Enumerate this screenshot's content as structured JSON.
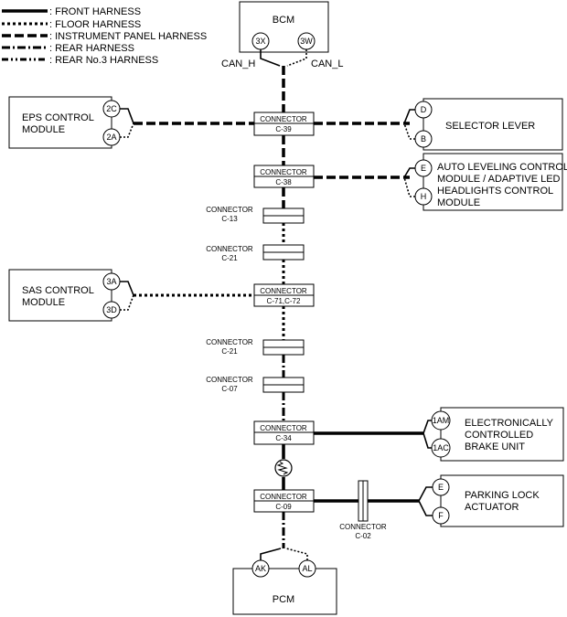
{
  "legend": [
    {
      "label": ": FRONT HARNESS",
      "style": "front"
    },
    {
      "label": ": FLOOR HARNESS",
      "style": "floor"
    },
    {
      "label": ": INSTRUMENT PANEL HARNESS",
      "style": "instrument"
    },
    {
      "label": ": REAR HARNESS",
      "style": "rear"
    },
    {
      "label": ": REAR No.3 HARNESS",
      "style": "rear3"
    }
  ],
  "bcm": {
    "name": "BCM",
    "pin_left": "3X",
    "pin_right": "3W",
    "can_h": "CAN_H",
    "can_l": "CAN_L"
  },
  "eps": {
    "name_line1": "EPS CONTROL",
    "name_line2": "MODULE",
    "pin_top": "2C",
    "pin_bottom": "2A"
  },
  "selector": {
    "name": "SELECTOR LEVER",
    "pin_top": "D",
    "pin_bottom": "B"
  },
  "auto_leveling": {
    "line1": "AUTO LEVELING CONTROL",
    "line2": "MODULE / ADAPTIVE LED",
    "line3": "HEADLIGHTS CONTROL",
    "line4": "MODULE",
    "pin_top": "E",
    "pin_bottom": "H"
  },
  "sas": {
    "name_line1": "SAS CONTROL",
    "name_line2": "MODULE",
    "pin_top": "3A",
    "pin_bottom": "3D"
  },
  "ebcu": {
    "line1": "ELECTRONICALLY",
    "line2": "CONTROLLED",
    "line3": "BRAKE UNIT",
    "pin_top": "1AM",
    "pin_bottom": "1AC"
  },
  "parking": {
    "line1": "PARKING LOCK",
    "line2": "ACTUATOR",
    "pin_top": "E",
    "pin_bottom": "F"
  },
  "pcm": {
    "name": "PCM",
    "pin_left": "AK",
    "pin_right": "AL"
  },
  "connectors": {
    "c39": {
      "word": "CONNECTOR",
      "code": "C-39"
    },
    "c38": {
      "word": "CONNECTOR",
      "code": "C-38"
    },
    "c13": {
      "word": "CONNECTOR",
      "code": "C-13"
    },
    "c21a": {
      "word": "CONNECTOR",
      "code": "C-21"
    },
    "c71": {
      "word": "CONNECTOR",
      "code": "C-71,C-72"
    },
    "c21b": {
      "word": "CONNECTOR",
      "code": "C-21"
    },
    "c07": {
      "word": "CONNECTOR",
      "code": "C-07"
    },
    "c34": {
      "word": "CONNECTOR",
      "code": "C-34"
    },
    "c09": {
      "word": "CONNECTOR",
      "code": "C-09"
    },
    "c02": {
      "word": "CONNECTOR",
      "code": "C-02"
    }
  }
}
